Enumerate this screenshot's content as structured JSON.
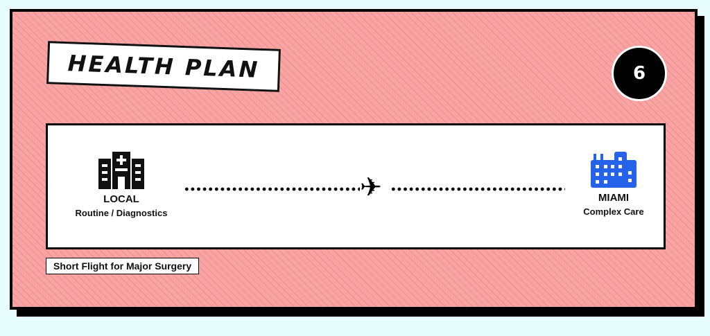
{
  "header": {
    "title": "HEALTH PLAN",
    "number": "6"
  },
  "route": {
    "origin": {
      "name": "LOCAL",
      "description": "Routine / Diagnostics",
      "icon": "hospital-icon"
    },
    "destination": {
      "name": "MIAMI",
      "description": "Complex Care",
      "icon": "city-buildings-icon",
      "icon_color": "#2563eb"
    },
    "transport_icon": "airplane-icon"
  },
  "caption": "Short Flight for Major Surgery",
  "colors": {
    "card_bg": "#f9a3a3",
    "page_bg": "#e8fdfd"
  }
}
